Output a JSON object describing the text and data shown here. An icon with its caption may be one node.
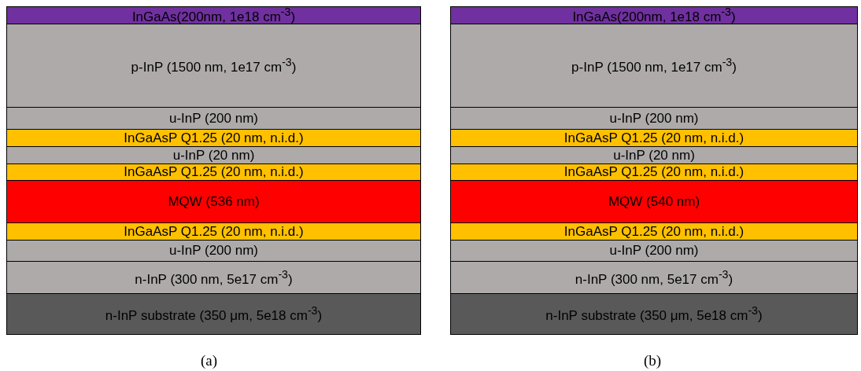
{
  "diagram": {
    "nodes": [
      {
        "text": [
          "InGaAs(200nm, 1e18 cm$^{-3}$)"
        ]
      },
      {
        "text": [
          "p-InP (1500 nm, 1e17 cm$^{-3}$)"
        ]
      },
      {
        "text": [
          "u-InP (200 nm)"
        ]
      },
      {
        "text": [
          "InGaAsP Q1.25 (20 nm, n.i.d.)"
        ]
      },
      {
        "text": [
          "u-InP (20 nm)"
        ]
      },
      {
        "text": [
          "InGaAsP Q1.25 (20 nm, n.i.d.)"
        ]
      },
      {
        "text": [
          "MQW (536 nm)"
        ]
      },
      {
        "text": [
          "InGaAsP Q1.25 (20 nm, n.i.d.)"
        ]
      },
      {
        "text": [
          "u-InP (200 nm)"
        ]
      },
      {
        "text": [
          "n-InP (300 nm, 5e17 cm$^{-3}$)"
        ]
      },
      {
        "text": [
          "n-InP substrate (350 μm, 5e18 cm$^{-3}$)"
        ]
      },
      {
        "text": [
          "InGaAs(200nm, 1e18 cm$^{-3}$)"
        ]
      },
      {
        "text": [
          "p-InP (1500 nm, 1e17 cm$^{-3}$)"
        ]
      },
      {
        "text": [
          "u-InP (200 nm)"
        ]
      },
      {
        "text": [
          "InGaAsP Q1.25 (20 nm, n.i.d.)"
        ]
      },
      {
        "text": [
          "u-InP (20 nm)"
        ]
      },
      {
        "text": [
          "InGaAsP Q1.25 (20 nm, n.i.d.)"
        ]
      },
      {
        "text": [
          "MQW (540 nm)"
        ]
      },
      {
        "text": [
          "InGaAsP Q1.25 (20 nm, n.i.d.)"
        ]
      },
      {
        "text": [
          "u-InP (200 nm)"
        ]
      },
      {
        "text": [
          "n-InP (300 nm, 5e17 cm$^{-3}$)"
        ]
      },
      {
        "text": [
          "n-InP substrate (350 μm, 5e18 cm$^{-3}$)"
        ]
      }
    ],
    "labels": [
      "(a)",
      "(b)"
    ]
  }
}
